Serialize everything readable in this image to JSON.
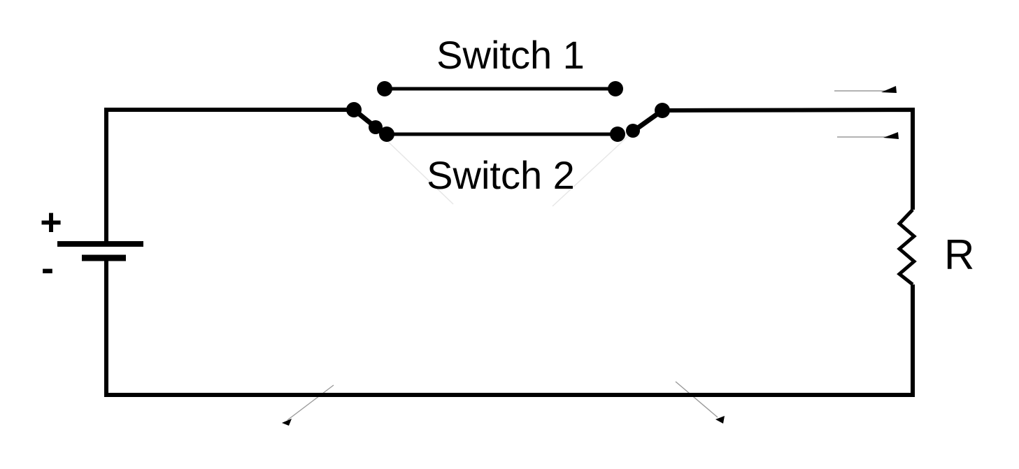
{
  "diagram": {
    "background": "#ffffff",
    "line_color": "#000000",
    "artifact_color": "#9a9a9a",
    "battery": {
      "positive_label": "+",
      "negative_label": "-"
    },
    "switch1": {
      "label": "Switch 1",
      "state": "open"
    },
    "switch2": {
      "label": "Switch 2",
      "state": "closed"
    },
    "resistor": {
      "label": "R"
    }
  }
}
